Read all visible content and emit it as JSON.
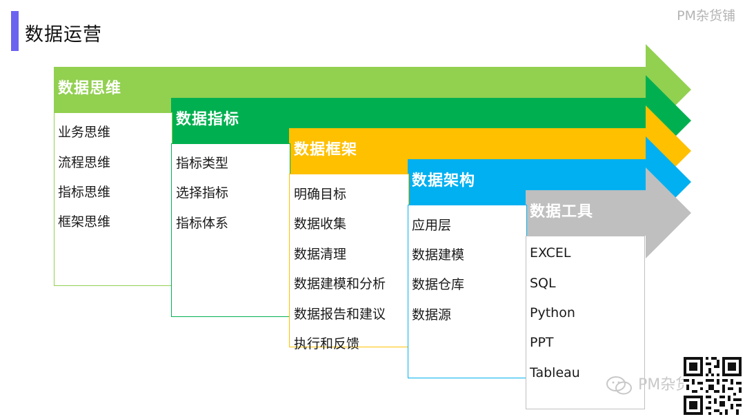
{
  "page": {
    "title": "数据运营",
    "brand": "PM杂货铺"
  },
  "watermark": {
    "text": "PM杂货铺"
  },
  "stages": [
    {
      "label": "数据思维",
      "color": "#92d050",
      "items": [
        "业务思维",
        "流程思维",
        "指标思维",
        "框架思维"
      ]
    },
    {
      "label": "数据指标",
      "color": "#00b050",
      "items": [
        "指标类型",
        "选择指标",
        "指标体系"
      ]
    },
    {
      "label": "数据框架",
      "color": "#ffc000",
      "items": [
        "明确目标",
        "数据收集",
        "数据清理",
        "数据建模和分析",
        "数据报告和建议",
        "执行和反馈"
      ]
    },
    {
      "label": "数据架构",
      "color": "#00b0f0",
      "items": [
        "应用层",
        "数据建模",
        "数据仓库",
        "数据源"
      ]
    },
    {
      "label": "数据工具",
      "color": "#bfbfbf",
      "items": [
        "EXCEL",
        "SQL",
        "Python",
        "PPT",
        "Tableau"
      ]
    }
  ]
}
